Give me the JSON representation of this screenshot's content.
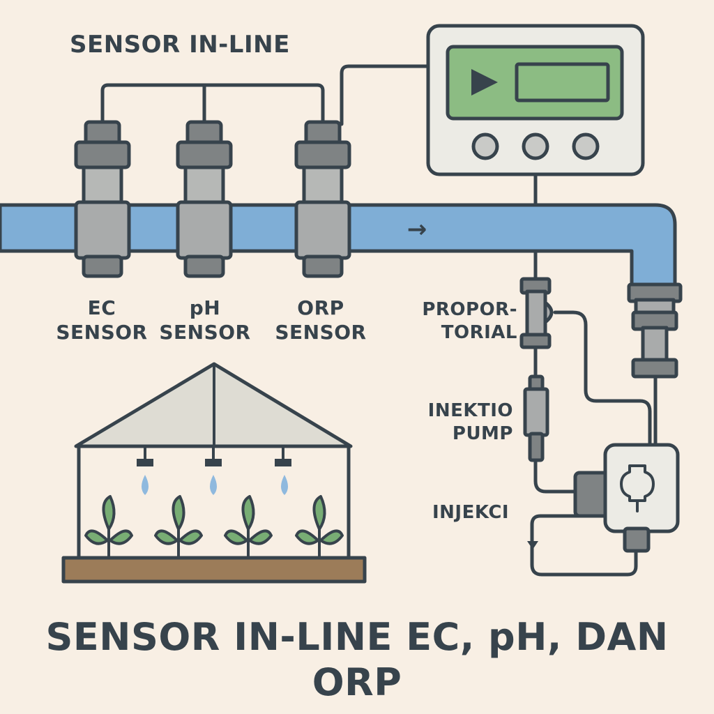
{
  "diagram": {
    "title_top": "SENSOR IN-LINE",
    "sensors": [
      {
        "line1": "EC",
        "line2": "SENSOR"
      },
      {
        "line1": "pH",
        "line2": "SENSOR"
      },
      {
        "line1": "ORP",
        "line2": "SENSOR"
      }
    ],
    "proportional": {
      "line1": "PROPOR-",
      "line2": "TORIAL"
    },
    "injection_pump": {
      "line1": "INEKTIO",
      "line2": "PUMP"
    },
    "injector": "INJEKCI",
    "flow_arrow": "→",
    "title_bottom": {
      "line1": "SENSOR IN-LINE EC, pH, DAN",
      "line2": "ORP"
    }
  },
  "colors": {
    "background": "#f8efe4",
    "pipe": "#7faed6",
    "outline": "#37434c",
    "sensor_grey": "#a9abab",
    "sensor_dark": "#7f8384",
    "controller_body": "#ecebe5",
    "screen": "#8cbc83",
    "roof": "#dedcd3",
    "leaf": "#78ad74",
    "soil": "#9c7c59",
    "droplet": "#8fb9de"
  },
  "icons": [
    "play-icon",
    "droplet-icon",
    "leaf-icon",
    "flow-arrow-icon"
  ]
}
